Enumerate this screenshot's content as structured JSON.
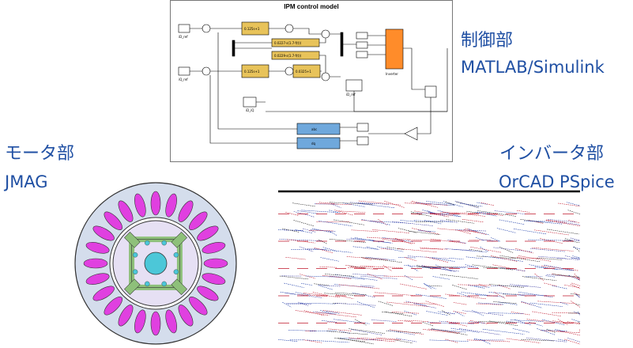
{
  "control": {
    "title": "IPM control model",
    "label_jp": "制御部",
    "label_tool": "MATLAB/Simulink"
  },
  "motor": {
    "label_jp": "モータ部",
    "label_tool": "JMAG"
  },
  "inverter": {
    "label_jp": "インバータ部",
    "label_tool": "OrCAD PSpice"
  },
  "colors": {
    "label_text": "#1f4fa3",
    "stator_teeth": "#e040e0",
    "stator_body": "#d4ddec",
    "rotor_core": "#e6e0f4",
    "magnet": "#8ec07a",
    "shaft": "#4cc7d8",
    "pi_block": "#e8c35a",
    "sum_block": "#6fa8dc",
    "mux_block": "#ff8c2a"
  }
}
